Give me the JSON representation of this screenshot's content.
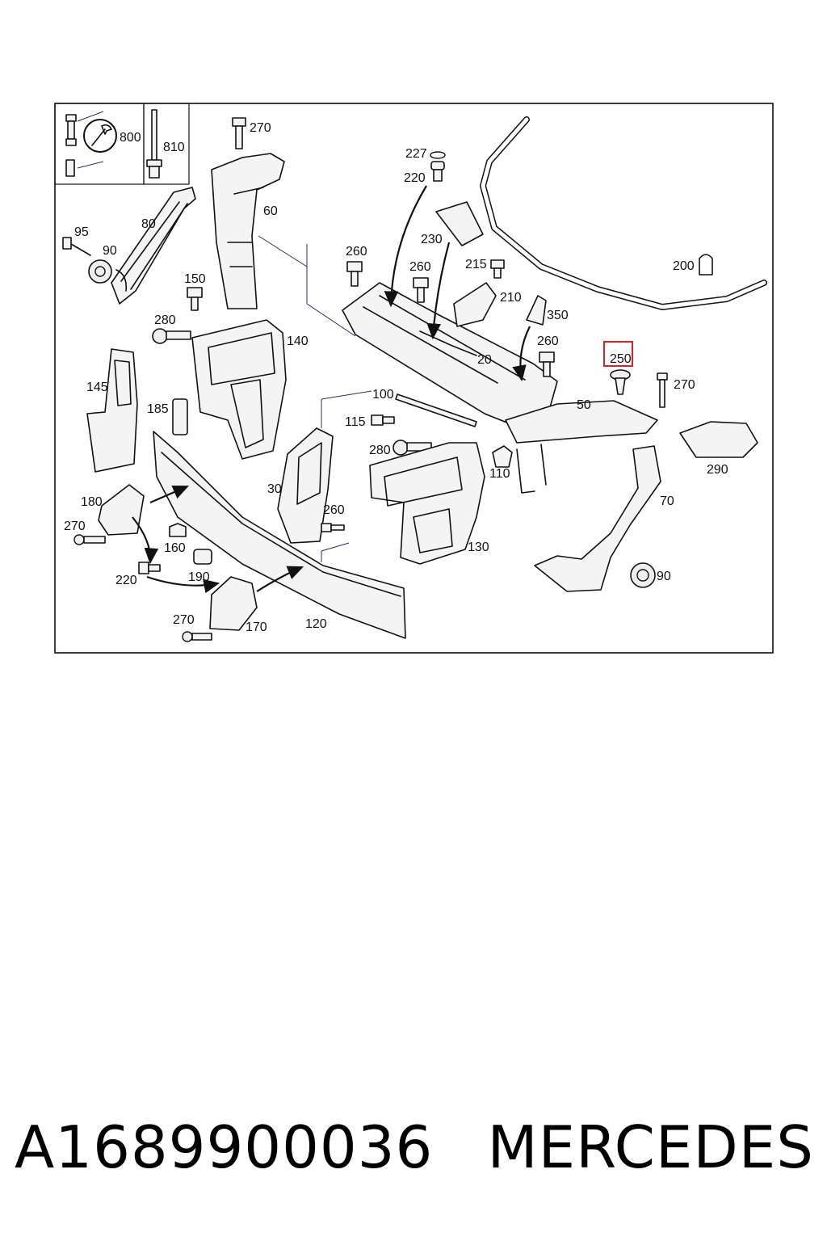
{
  "labels": {
    "l800": "800",
    "l810": "810",
    "l270a": "270",
    "l227": "227",
    "l220a": "220",
    "l60": "60",
    "l80": "80",
    "l95": "95",
    "l90a": "90",
    "l230": "230",
    "l260a": "260",
    "l260b": "260",
    "l215": "215",
    "l200": "200",
    "l210": "210",
    "l150": "150",
    "l350": "350",
    "l280a": "280",
    "l140": "140",
    "l260c": "260",
    "l250": "250",
    "l20": "20",
    "l270b": "270",
    "l145": "145",
    "l100": "100",
    "l50": "50",
    "l185": "185",
    "l115": "115",
    "l280b": "280",
    "l110": "110",
    "l290": "290",
    "l30": "30",
    "l180": "180",
    "l70": "70",
    "l260d": "260",
    "l270c": "270",
    "l160": "160",
    "l130": "130",
    "l220b": "220",
    "l190": "190",
    "l90b": "90",
    "l270d": "270",
    "l170": "170",
    "l120": "120"
  },
  "highlight": {
    "part": "250",
    "color": "#e02020"
  },
  "caption": {
    "part_number": "A1689900036",
    "brand": "MERCEDES"
  }
}
